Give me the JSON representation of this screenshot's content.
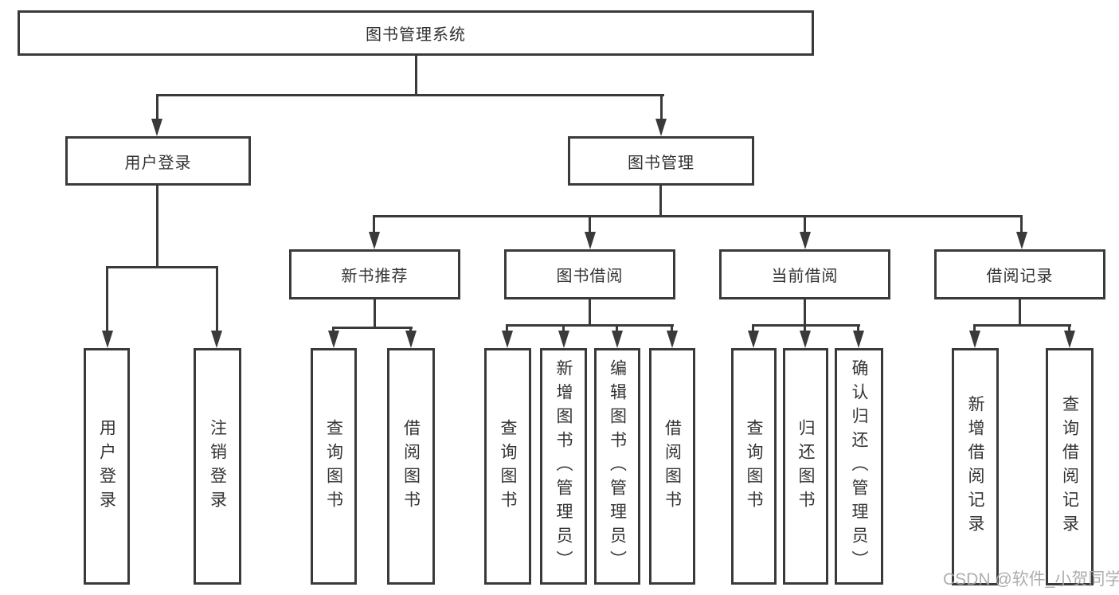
{
  "colors": {
    "line": "#3a3a3a",
    "text": "#333333",
    "watermark": "#a8a8a8",
    "background": "#ffffff"
  },
  "root": {
    "label": "图书管理系统"
  },
  "level2": [
    {
      "label": "用户登录",
      "children": [
        "用户登录",
        "注销登录"
      ]
    },
    {
      "label": "图书管理"
    }
  ],
  "sections": [
    {
      "label": "新书推荐",
      "children": [
        "查询图书",
        "借阅图书"
      ]
    },
    {
      "label": "图书借阅",
      "children": [
        "查询图书",
        "新增图书（管理员）",
        "编辑图书（管理员）",
        "借阅图书"
      ]
    },
    {
      "label": "当前借阅",
      "children": [
        "查询图书",
        "归还图书",
        "确认归还（管理员）"
      ]
    },
    {
      "label": "借阅记录",
      "children": [
        "新增借阅记录",
        "查询借阅记录"
      ]
    }
  ],
  "watermark": {
    "text": "CSDN @软件_小贺同学"
  }
}
